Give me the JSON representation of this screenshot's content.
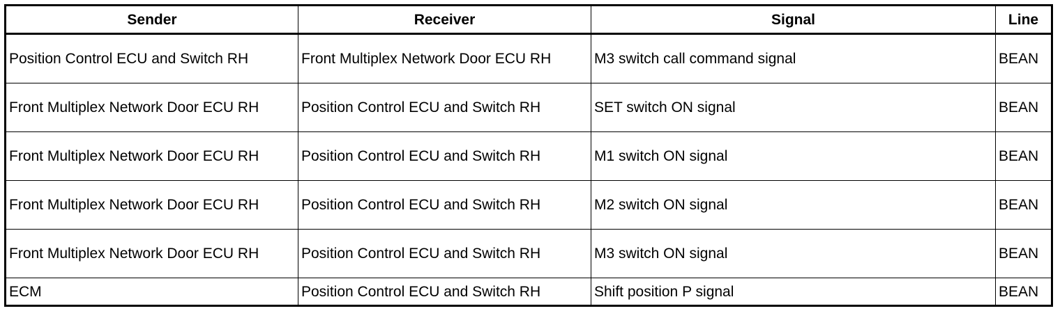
{
  "table": {
    "headers": [
      "Sender",
      "Receiver",
      "Signal",
      "Line"
    ],
    "rows": [
      [
        "Position Control ECU and Switch RH",
        "Front Multiplex Network Door ECU RH",
        "M3 switch call command signal",
        "BEAN"
      ],
      [
        "Front Multiplex Network Door ECU RH",
        "Position Control ECU and Switch RH",
        "SET switch ON signal",
        "BEAN"
      ],
      [
        "Front Multiplex Network Door ECU RH",
        "Position Control ECU and Switch RH",
        "M1 switch ON signal",
        "BEAN"
      ],
      [
        "Front Multiplex Network Door ECU RH",
        "Position Control ECU and Switch RH",
        "M2 switch ON signal",
        "BEAN"
      ],
      [
        "Front Multiplex Network Door ECU RH",
        "Position Control ECU and Switch RH",
        "M3 switch ON signal",
        "BEAN"
      ],
      [
        "ECM",
        "Position Control ECU and Switch RH",
        "Shift position P signal",
        "BEAN"
      ]
    ]
  }
}
